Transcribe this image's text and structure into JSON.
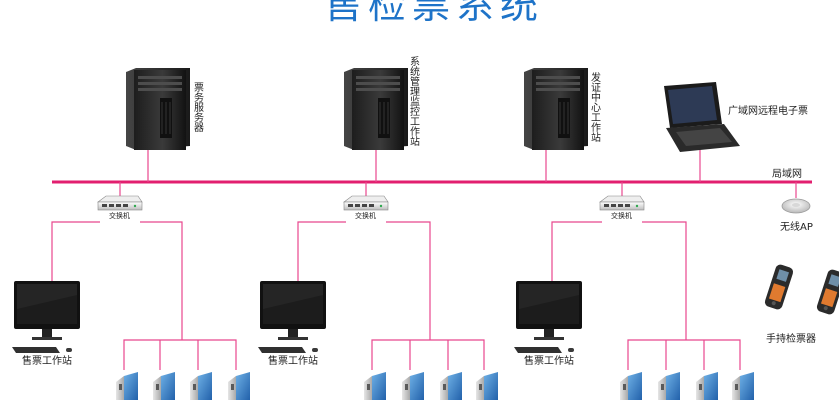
{
  "title": "售检票系统",
  "nodes": {
    "ticket_server": "票务服务器",
    "mgmt_station": "系统管理监控工作站",
    "issue_center": "发证中心工作站",
    "wan_ticket": "广域网远程电子票",
    "lan": "局域网",
    "switch_1": "交换机",
    "switch_2": "交换机",
    "switch_3": "交换机",
    "wireless_ap": "无线AP",
    "handheld": "手持检票器",
    "sale_station_1": "售票工作站",
    "sale_station_2": "售票工作站",
    "sale_station_3": "售票工作站"
  },
  "colors": {
    "title": "#1e73c8",
    "bus": "#e21f6f",
    "link": "#e8478e"
  }
}
